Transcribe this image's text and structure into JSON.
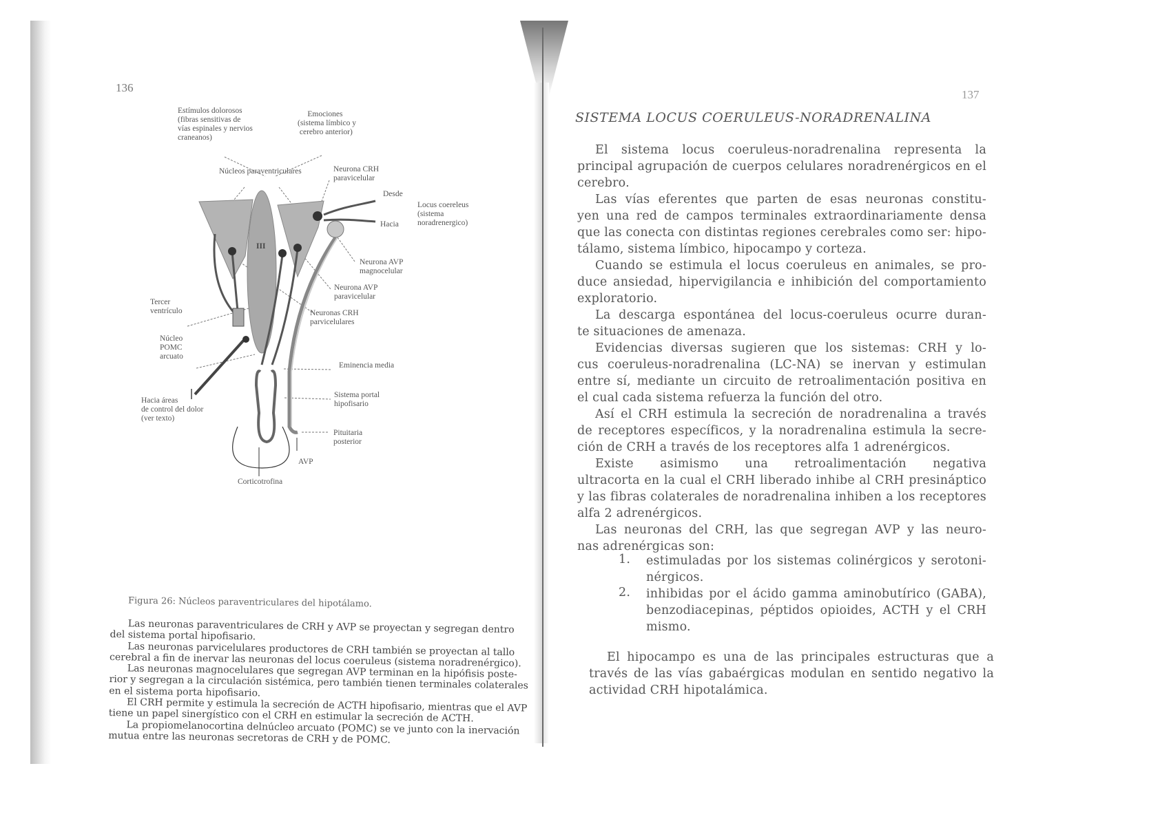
{
  "left_page": {
    "page_number": "136",
    "diagram": {
      "labels": {
        "estimulos": "Estímulos dolorosos\n(fibras sensitivas de\nvías espinales y nervios\ncraneanos)",
        "emociones": "     Emociones\n(sistema límbico y\n cerebro anterior)",
        "nucleos_paraventriculares": "Núcleos paraventriculares",
        "neurona_crh_paravicelular": "Neurona CRH\nparavicelular",
        "desde": "Desde",
        "hacia": "Hacia",
        "locus": "Locus coereleus\n(sistema\nnoradrenergico)",
        "neurona_avp_magnocelular": "Neurona AVP\nmagnocelular",
        "neurona_avp_paravicelular": "Neurona AVP\nparavicelular",
        "neuronas_crh_parvicelulares": "Neuronas CRH\nparvicelulares",
        "tercer_ventriculo": "Tercer\nventrículo",
        "nucleo_pomc": "Núcleo\nPOMC\narcuato",
        "eminencia_media": "Eminencia media",
        "sistema_portal": "Sistema portal\nhipofisario",
        "hacia_areas": "Hacia áreas\nde control del dolor\n(ver texto)",
        "pituitaria": "Pituitaria\nposterior",
        "avp": "AVP",
        "corticotrofina": "Corticotrofina",
        "ventricle_mark": "III"
      }
    },
    "caption": "Figura 26: Núcleos paraventriculares del hipotálamo.",
    "paragraphs": [
      [
        "Las neuronas paraventriculares de CRH y AVP se proyectan y segregan dentro",
        "del sistema portal hipofisario."
      ],
      [
        "Las neuronas parvicelulares productores de CRH también se proyectan al tallo",
        "cerebral a fin de inervar las neuronas del locus coeruleus (sistema noradrenérgico)."
      ],
      [
        "Las neuronas magnocelulares que segregan AVP terminan en la hipófisis poste-",
        "rior y segregan a la circulación sistémica, pero también tienen terminales colaterales",
        "en el sistema porta hipofisario."
      ],
      [
        "El CRH permite y estimula la secreción de ACTH hipofisario, mientras que el AVP",
        "tiene un papel sinergístico con el CRH en estimular la secreción de ACTH."
      ],
      [
        "La propiomelanocortina delnúcleo arcuato (POMC) se ve junto con la inervación",
        "mutua entre las neuronas secretoras de CRH y de POMC."
      ]
    ]
  },
  "right_page": {
    "page_number": "137",
    "title": "SISTEMA LOCUS COERULEUS-NORADRENALINA",
    "paragraphs": [
      [
        "El sistema locus coeruleus-noradrenalina representa la",
        "principal agrupación de cuerpos celulares noradrenérgicos en el",
        "cerebro."
      ],
      [
        "Las vías eferentes que parten de esas neuronas constitu-",
        "yen una red de campos terminales extraordinariamente densa",
        "que las conecta con distintas regiones cerebrales como ser: hipo-",
        "tálamo, sistema límbico, hipocampo y corteza."
      ],
      [
        "Cuando se estimula el locus coeruleus en animales, se pro-",
        "duce ansiedad, hipervigilancia e inhibición del comportamiento",
        "exploratorio."
      ],
      [
        "La descarga espontánea del locus-coeruleus ocurre duran-",
        "te situaciones de amenaza."
      ],
      [
        "Evidencias diversas sugieren que los sistemas: CRH y lo-",
        "cus coeruleus-noradrenalina (LC-NA) se inervan y estimulan",
        "entre sí, mediante un circuito de retroalimentación positiva en",
        "el cual cada sistema refuerza la función del otro."
      ],
      [
        "Así el CRH estimula la secreción de noradrenalina a través",
        "de receptores específicos, y la noradrenalina estimula la secre-",
        "ción de CRH a través de los receptores alfa 1 adrenérgicos."
      ],
      [
        "Existe asimismo una retroalimentación negativa",
        "ultracorta en la cual el CRH liberado inhibe al CRH presináptico",
        "y las fibras colaterales de noradrenalina inhiben a los receptores",
        "alfa 2 adrenérgicos."
      ],
      [
        "Las neuronas del CRH, las que segregan AVP y las neuro-",
        "nas adrenérgicas son:"
      ]
    ],
    "list": [
      {
        "num": "1.",
        "lines": [
          "estimuladas por los sistemas colinérgicos y serotoni-",
          "nérgicos."
        ]
      },
      {
        "num": "2.",
        "lines": [
          "inhibidas por el ácido gamma aminobutírico (GABA),",
          "benzodiacepinas, péptidos opioides, ACTH y el CRH",
          "mismo."
        ]
      }
    ],
    "final_paragraph": [
      "El hipocampo es una de las principales estructuras que a",
      "través de las vías gabaérgicas modulan en sentido negativo la",
      "actividad CRH hipotalámica."
    ]
  }
}
